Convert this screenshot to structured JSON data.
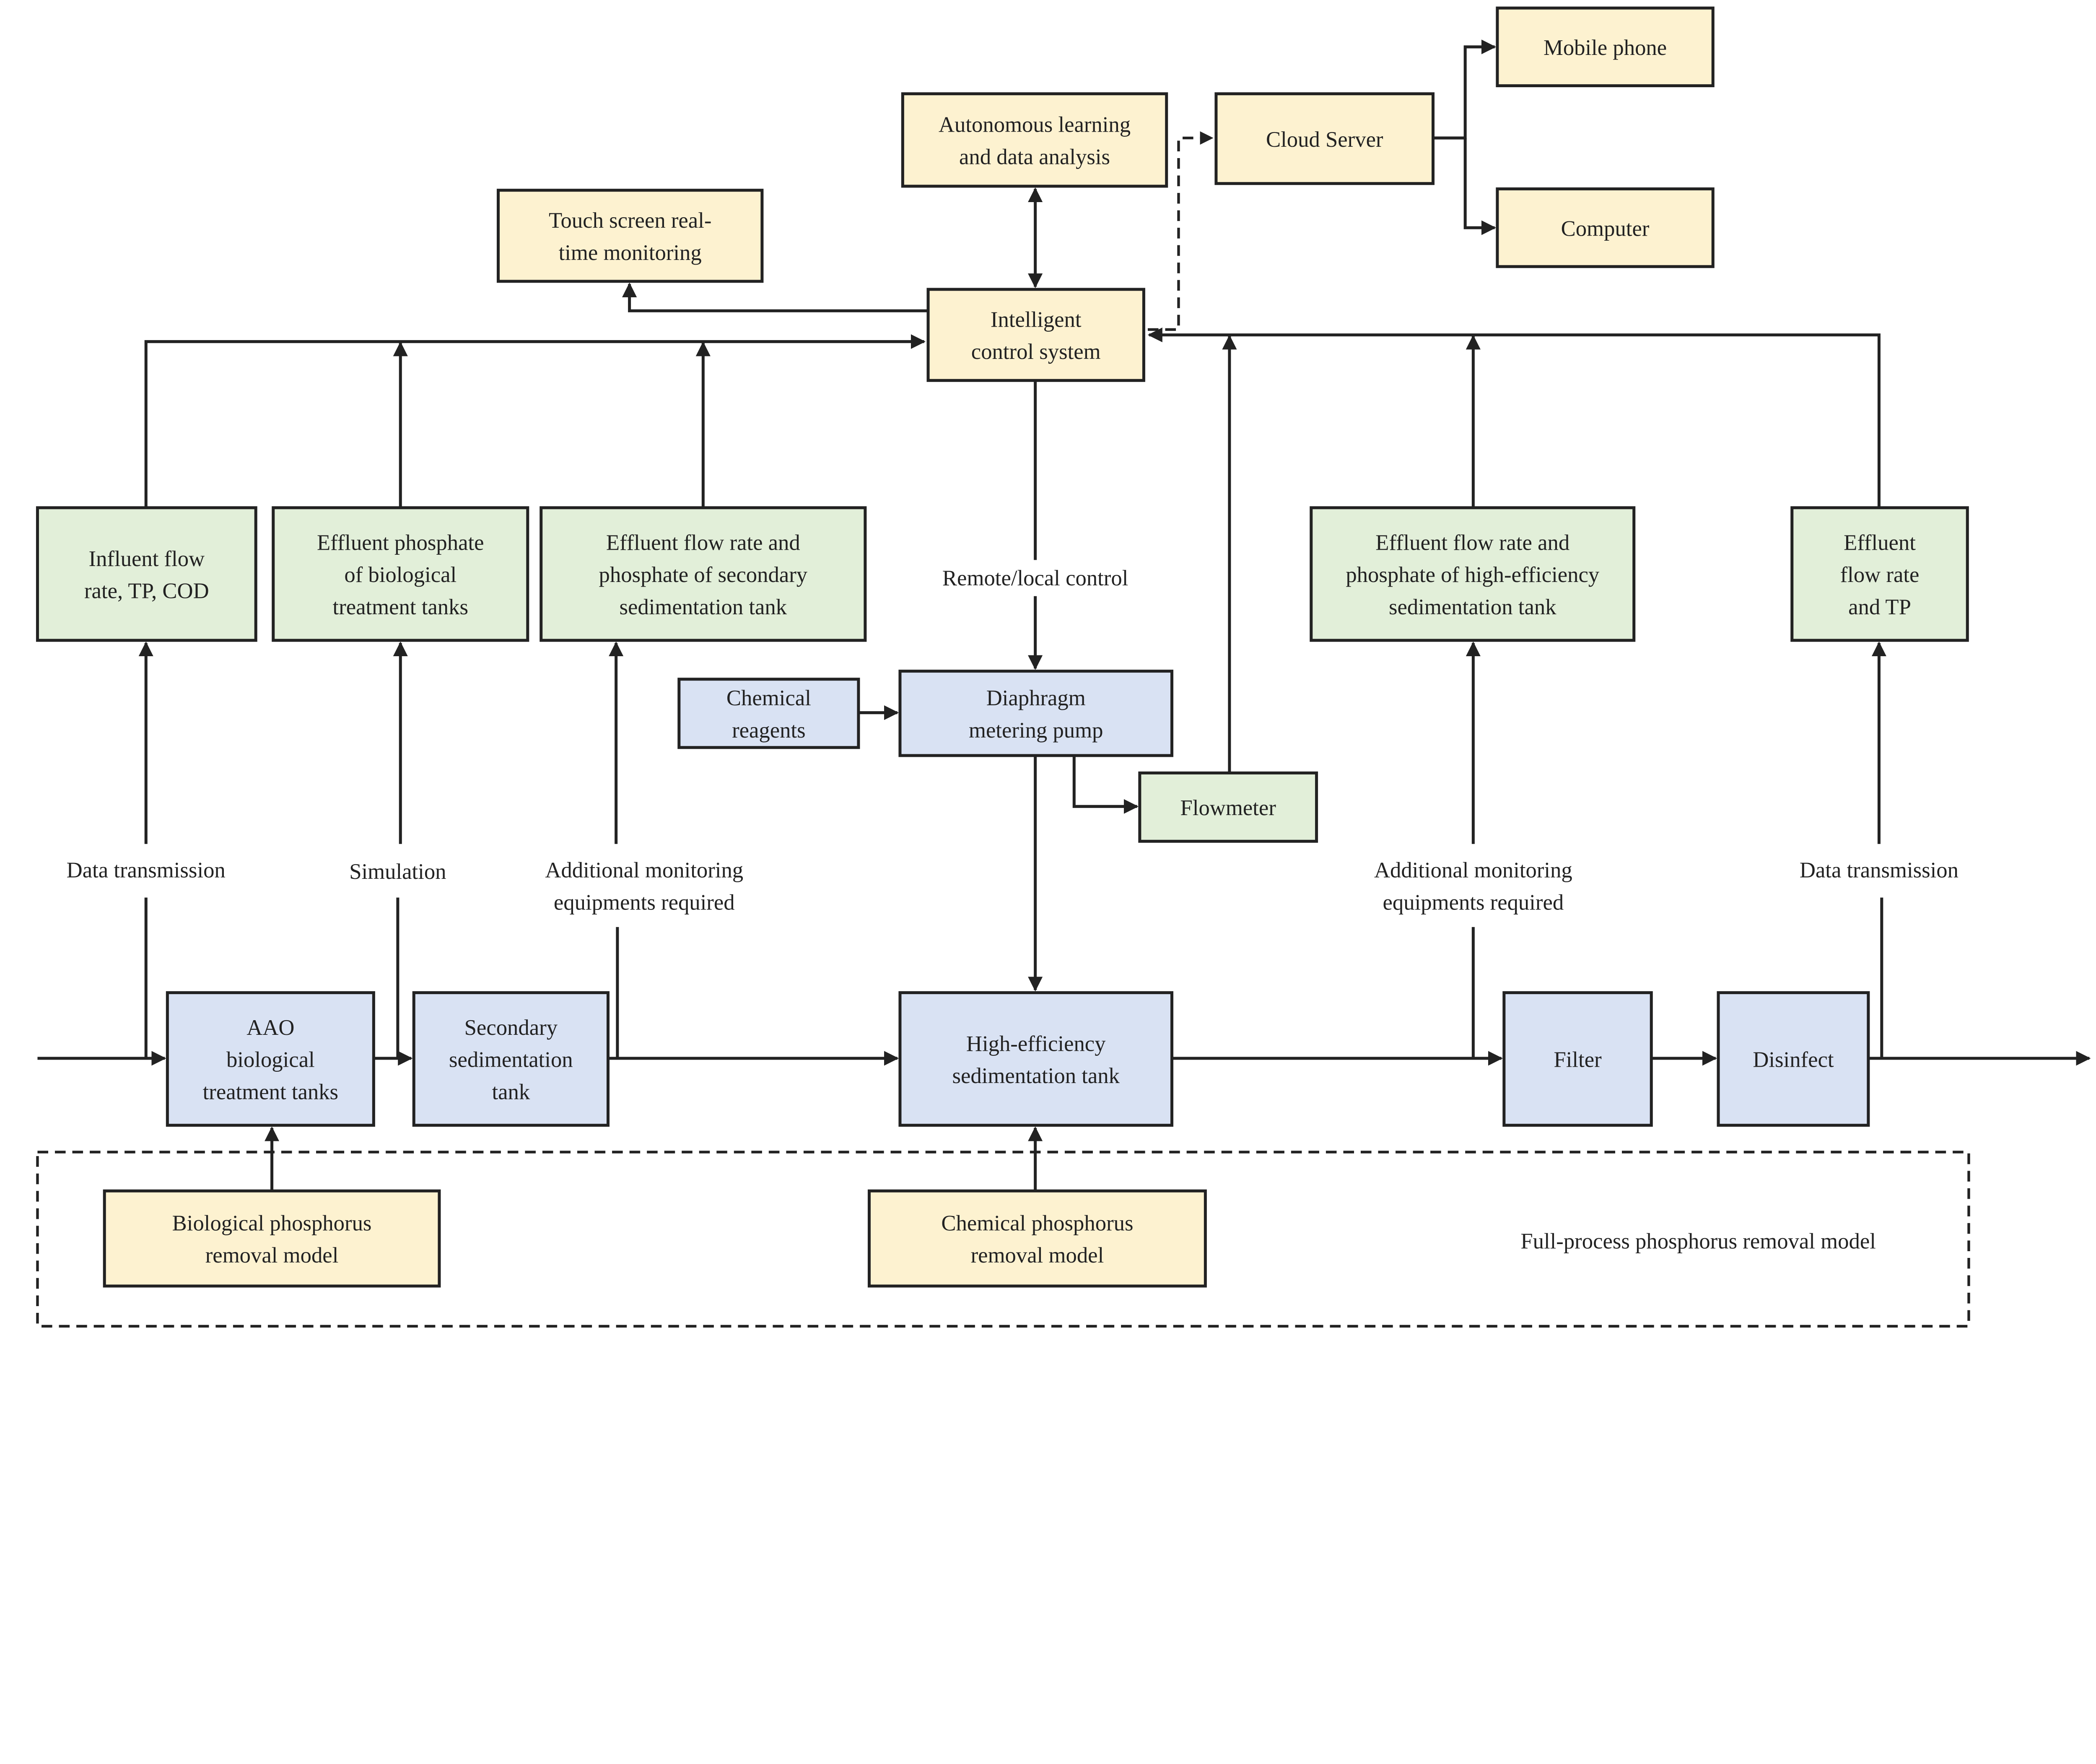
{
  "colors": {
    "control": "#fdf2d0",
    "monitor": "#e2efd9",
    "process": "#d9e2f3",
    "line": "#222222"
  },
  "boxes": {
    "mobile_phone": [
      "Mobile phone"
    ],
    "computer": [
      "Computer"
    ],
    "cloud_server": [
      "Cloud Server"
    ],
    "autonomous": [
      "Autonomous learning",
      "and data analysis"
    ],
    "touch_screen": [
      "Touch screen real-",
      "time monitoring"
    ],
    "intelligent": [
      "Intelligent",
      "control system"
    ],
    "influent": [
      "Influent flow",
      "rate, TP, COD"
    ],
    "effluent_bio": [
      "Effluent phosphate",
      "of biological",
      "treatment tanks"
    ],
    "effluent_secondary": [
      "Effluent flow rate and",
      "phosphate of secondary",
      "sedimentation tank"
    ],
    "effluent_high": [
      "Effluent flow rate and",
      "phosphate of high-efficiency",
      "sedimentation tank"
    ],
    "effluent_final": [
      "Effluent",
      "flow rate",
      "and TP"
    ],
    "chemical_reagents": [
      "Chemical",
      "reagents"
    ],
    "diaphragm_pump": [
      "Diaphragm",
      "metering pump"
    ],
    "flowmeter": [
      "Flowmeter"
    ],
    "aao": [
      "AAO",
      "biological",
      "treatment tanks"
    ],
    "secondary_tank": [
      "Secondary",
      "sedimentation",
      "tank"
    ],
    "high_eff_tank": [
      "High-efficiency",
      "sedimentation tank"
    ],
    "filter": [
      "Filter"
    ],
    "disinfect": [
      "Disinfect"
    ],
    "bio_model": [
      "Biological phosphorus",
      "removal model"
    ],
    "chem_model": [
      "Chemical phosphorus",
      "removal model"
    ]
  },
  "labels": {
    "remote_local": "Remote/local control",
    "data_transmission_left": "Data transmission",
    "simulation": "Simulation",
    "additional_left": [
      "Additional monitoring",
      "equipments required"
    ],
    "additional_right": [
      "Additional monitoring",
      "equipments required"
    ],
    "data_transmission_right": "Data transmission",
    "full_process": "Full-process phosphorus removal model"
  }
}
